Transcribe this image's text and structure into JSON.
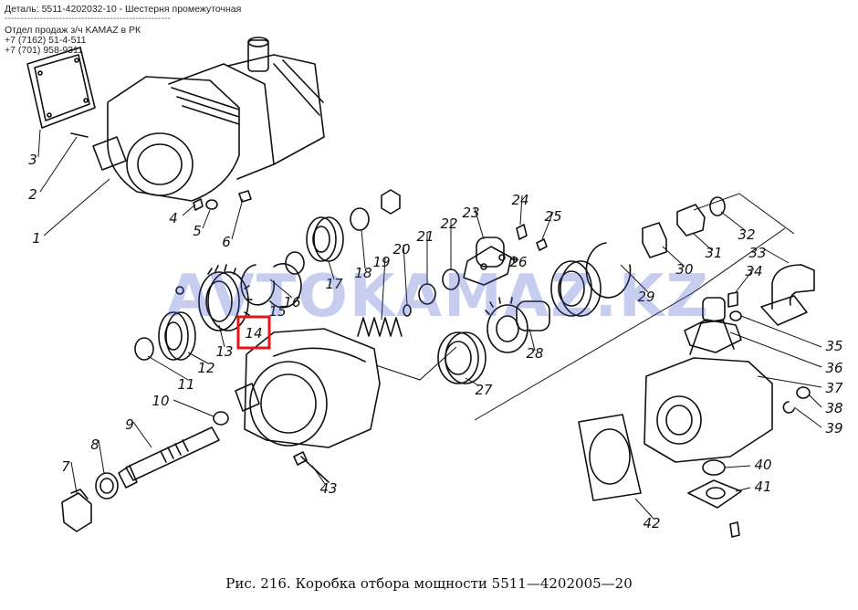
{
  "header": {
    "detail": "Деталь: 5511-4202032-10 - Шестерня промежуточная",
    "separator": "----------------------------------------------------",
    "dept": "Отдел продаж з/ч KAMAZ в РК",
    "phone1": "+7 (7162) 51-4-511",
    "phone2": "+7 (701) 958-9311"
  },
  "watermark": "AVTOKAMAZ.KZ",
  "caption": "Рис. 216. Коробка отбора мощности 5511—4202005—20",
  "highlight_color": "#e8141c",
  "labels": [
    "1",
    "2",
    "3",
    "4",
    "5",
    "6",
    "7",
    "8",
    "9",
    "10",
    "11",
    "12",
    "13",
    "14",
    "15",
    "16",
    "17",
    "18",
    "19",
    "20",
    "21",
    "22",
    "23",
    "24",
    "25",
    "26",
    "27",
    "28",
    "29",
    "30",
    "31",
    "32",
    "33",
    "34",
    "35",
    "36",
    "37",
    "38",
    "39",
    "40",
    "41",
    "42",
    "43"
  ]
}
